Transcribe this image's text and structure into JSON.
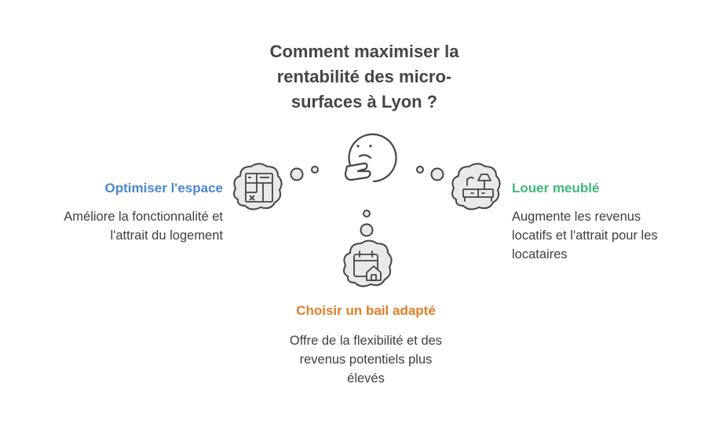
{
  "title_lines": [
    "Comment maximiser la",
    "rentabilité des micro-",
    "surfaces à Lyon ?"
  ],
  "items": {
    "left": {
      "heading": "Optimiser l'espace",
      "desc_lines": [
        "Améliore la fonctionnalité et",
        "l'attrait du logement"
      ],
      "color": "#4a86d4",
      "icon": "floor-plan-icon"
    },
    "right": {
      "heading": "Louer meublé",
      "desc_lines": [
        "Augmente les revenus",
        "locatifs et l'attrait pour les",
        "locataires"
      ],
      "color": "#3cb879",
      "icon": "furniture-icon"
    },
    "bottom": {
      "heading": "Choisir un bail adapté",
      "desc_lines": [
        "Offre de la flexibilité et des",
        "revenus potentiels plus",
        "élevés"
      ],
      "color": "#e07e25",
      "icon": "calendar-home-icon"
    }
  },
  "center_icon": "thinking-face-icon"
}
